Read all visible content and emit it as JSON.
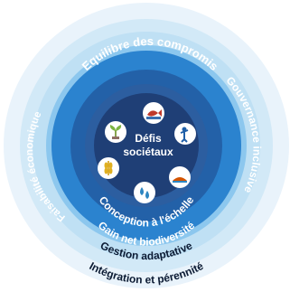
{
  "center": {
    "line1": "Défis",
    "line2": "sociétaux"
  },
  "rings": {
    "top_label": "Equilibre des compromis",
    "left_label": "Faisabilité économique",
    "right_label": "Gouvernance inclusive",
    "inner_bottom_label": "Conception à l'échelle",
    "middle_bottom_label": "Gain net biodiversité",
    "outer_bottom_label_1": "Gestion adaptative",
    "outer_bottom_label_2": "Intégration et pérennité"
  },
  "icons": [
    "fish-icon",
    "person-tree-icon",
    "beach-icon",
    "water-drops-icon",
    "wheat-icon",
    "plant-icon"
  ],
  "colors": {
    "outer_halo": "#e9f3fb",
    "ring_light": "#bfe0f4",
    "ring_mid": "#6bb3e6",
    "ring_blue": "#2b83cf",
    "ring_dark": "#2361a8",
    "inner_navy": "#1f3f76",
    "icon_bg": "#ffffff"
  }
}
